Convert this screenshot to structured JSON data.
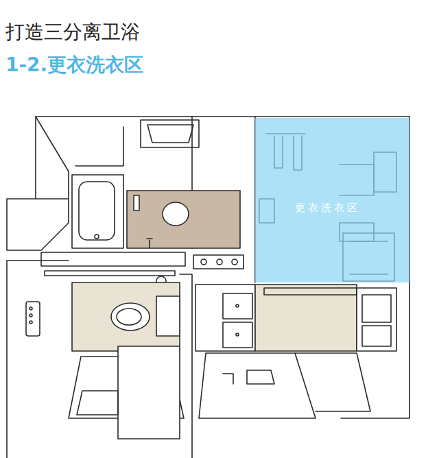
{
  "diagram": {
    "title": "打造三分离卫浴",
    "nodes": [
      {
        "text": [
          "更衣洗衣区"
        ]
      }
    ],
    "labels": [
      "1-2.更衣洗衣区"
    ]
  }
}
